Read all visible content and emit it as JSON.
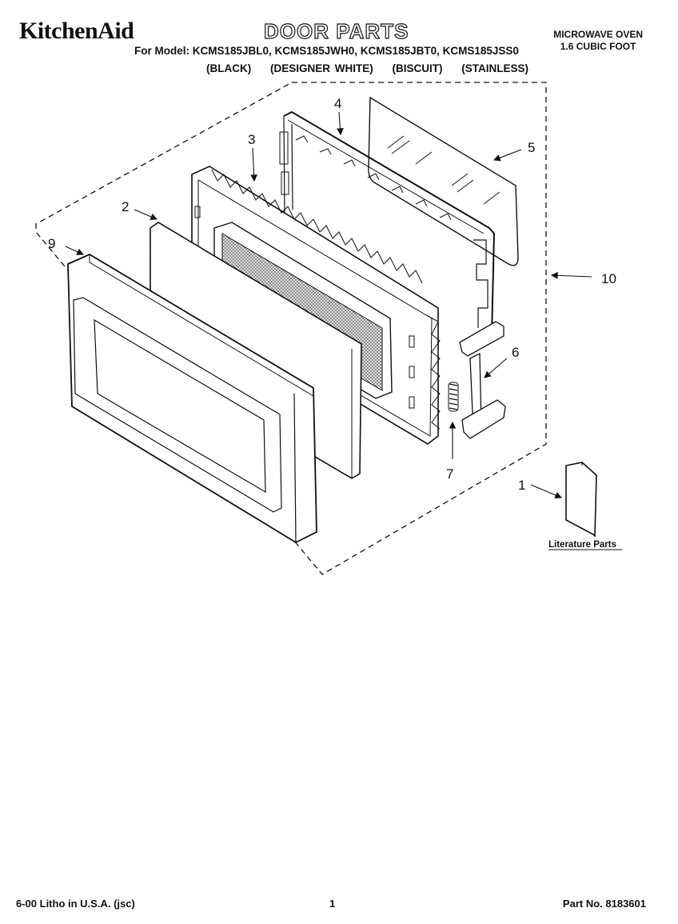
{
  "header": {
    "brand": "KitchenAid",
    "title": "DOOR PARTS",
    "models_line": "For Model: KCMS185JBL0, KCMS185JWH0, KCMS185JBT0, KCMS185JSS0",
    "colors": [
      "(BLACK)",
      "(DESIGNER WHITE)",
      "(BISCUIT)",
      "(STAINLESS)"
    ],
    "product_type": "MICROWAVE OVEN",
    "capacity": "1.6 CUBIC FOOT"
  },
  "callouts": [
    "1",
    "2",
    "3",
    "4",
    "5",
    "6",
    "7",
    "9",
    "10"
  ],
  "literature_label": "Literature Parts",
  "footer": {
    "left": "6-00 Litho in U.S.A. (jsc)",
    "page": "1",
    "part_no": "Part No. 8183601"
  }
}
